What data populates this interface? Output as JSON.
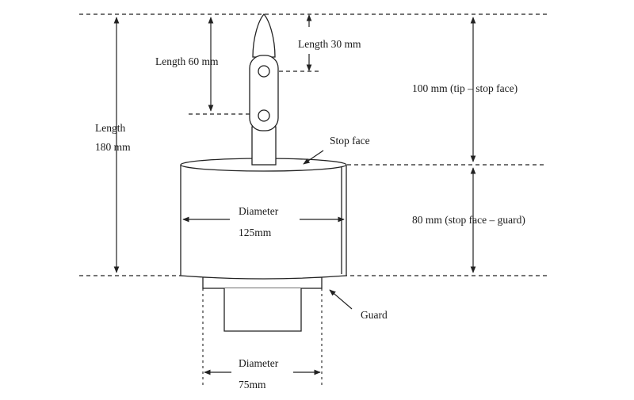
{
  "labels": {
    "length_60": "Length 60 mm",
    "length_30": "Length 30 mm",
    "length_180_line1": "Length",
    "length_180_line2": "180 mm",
    "tip_to_stop": "100 mm (tip – stop face)",
    "stop_face": "Stop face",
    "diameter_125_line1": "Diameter",
    "diameter_125_line2": "125mm",
    "stop_to_guard": "80 mm (stop face – guard)",
    "guard": "Guard",
    "diameter_75_line1": "Diameter",
    "diameter_75_line2": "75mm"
  }
}
